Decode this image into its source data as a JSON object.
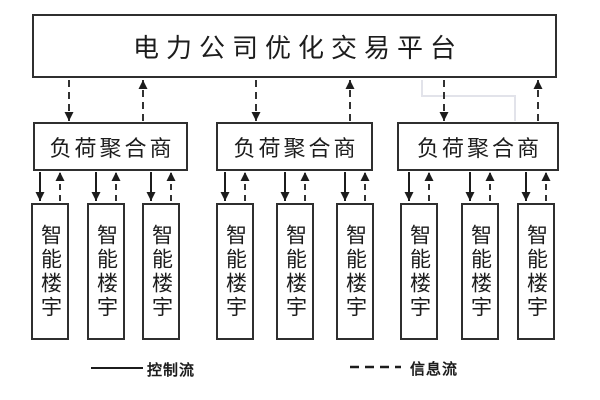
{
  "platform": {
    "label": "电力公司优化交易平台"
  },
  "aggregators": [
    {
      "label": "负荷聚合商"
    },
    {
      "label": "负荷聚合商"
    },
    {
      "label": "负荷聚合商"
    }
  ],
  "buildings": [
    {
      "label": "智能楼宇"
    },
    {
      "label": "智能楼宇"
    },
    {
      "label": "智能楼宇"
    },
    {
      "label": "智能楼宇"
    },
    {
      "label": "智能楼宇"
    },
    {
      "label": "智能楼宇"
    },
    {
      "label": "智能楼宇"
    },
    {
      "label": "智能楼宇"
    },
    {
      "label": "智能楼宇"
    }
  ],
  "legend": {
    "control_label": "控制流",
    "info_label": "信息流"
  },
  "colors": {
    "ink": "#1c1c1c",
    "box_border": "#2f2f2f",
    "background": "#ffffff",
    "faint_connector": "#e2e3ea"
  }
}
